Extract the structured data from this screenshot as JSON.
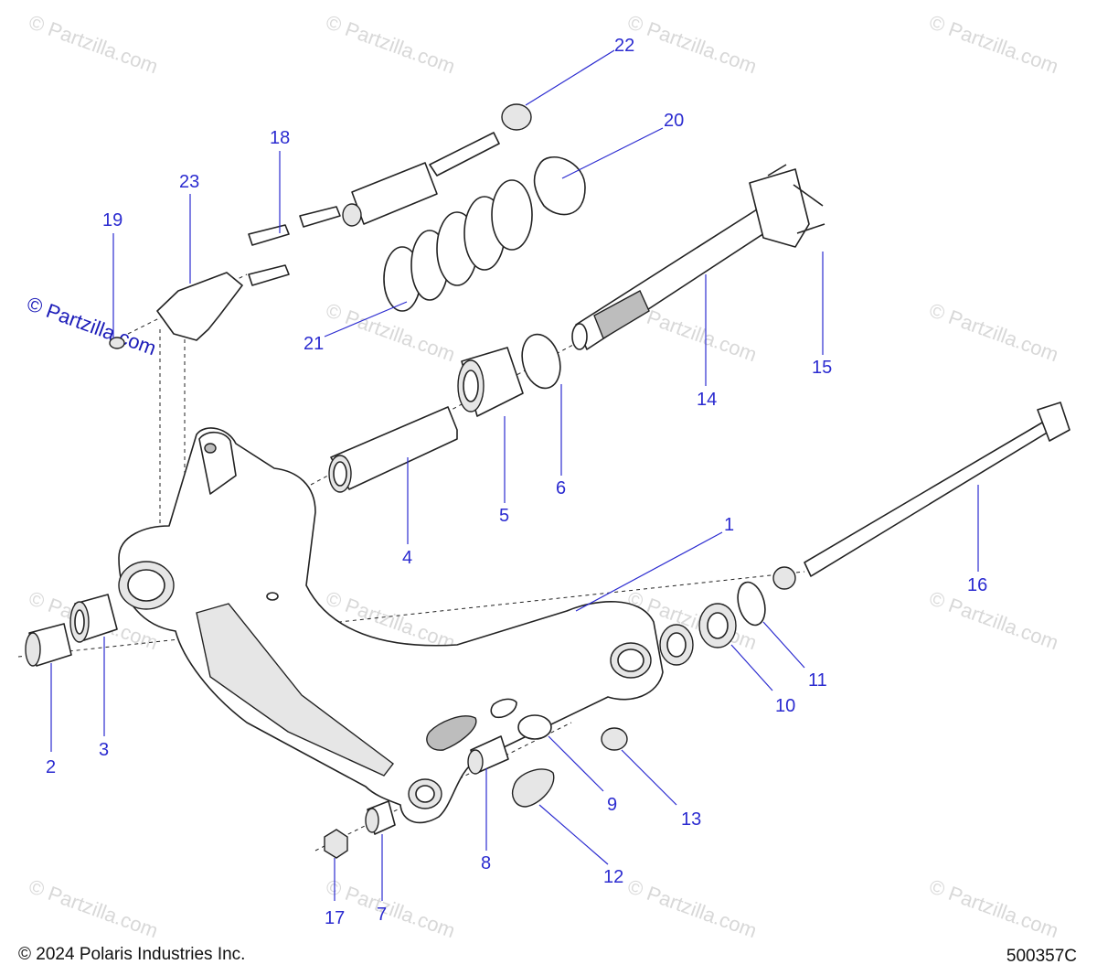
{
  "watermark": "© Partzilla.com",
  "footer": {
    "copyright": "© 2024 Polaris Industries Inc.",
    "diagram_number": "500357C"
  },
  "callouts": [
    "1",
    "2",
    "3",
    "4",
    "5",
    "6",
    "7",
    "8",
    "9",
    "10",
    "11",
    "12",
    "13",
    "14",
    "15",
    "16",
    "17",
    "18",
    "19",
    "20",
    "21",
    "22",
    "23"
  ],
  "colors": {
    "callout": "#2b2bd0",
    "linework": "#222222",
    "watermark": "#d8d8d8"
  }
}
